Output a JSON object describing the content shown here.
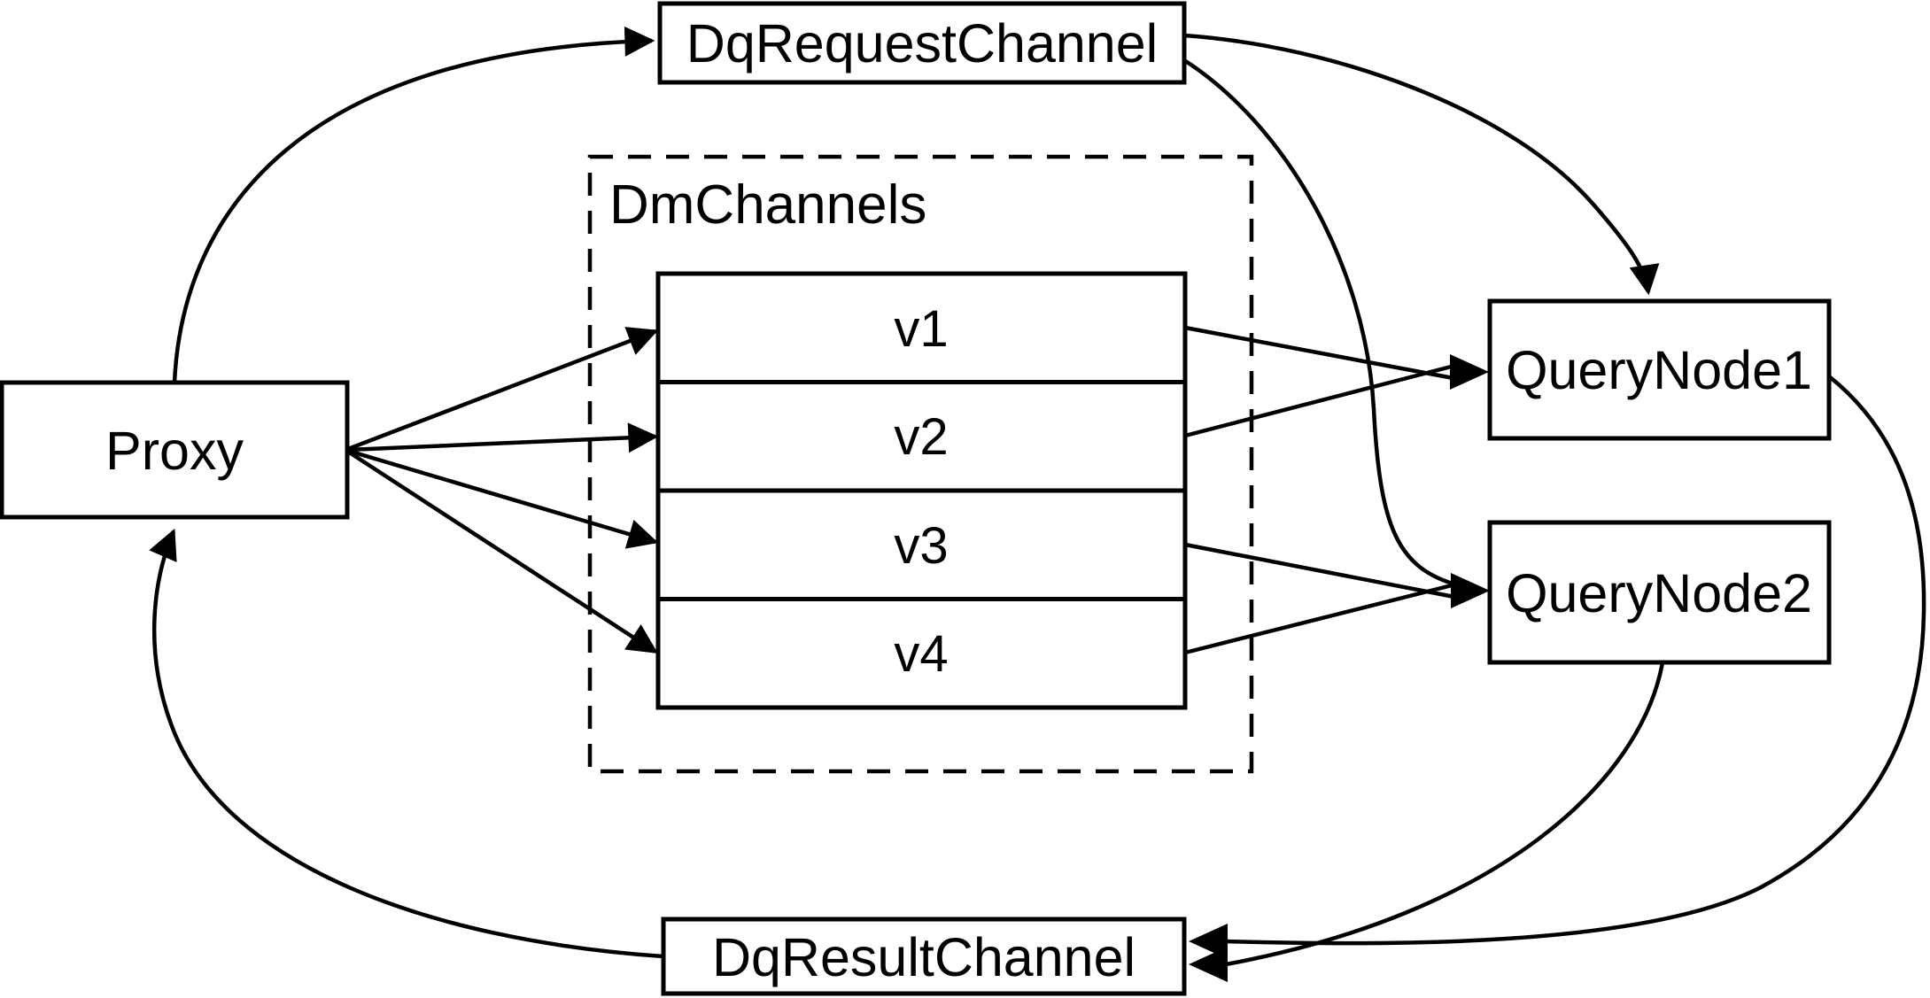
{
  "diagram": {
    "background": "#ffffff",
    "stroke_color": "#000000",
    "nodes": {
      "proxy": {
        "label": "Proxy"
      },
      "dq_request_channel": {
        "label": "DqRequestChannel"
      },
      "dm_channels_group": {
        "label": "DmChannels"
      },
      "channels": [
        {
          "label": "v1"
        },
        {
          "label": "v2"
        },
        {
          "label": "v3"
        },
        {
          "label": "v4"
        }
      ],
      "query_node_1": {
        "label": "QueryNode1"
      },
      "query_node_2": {
        "label": "QueryNode2"
      },
      "dq_result_channel": {
        "label": "DqResultChannel"
      }
    },
    "edges": [
      {
        "from": "proxy",
        "to": "dq_request_channel"
      },
      {
        "from": "proxy",
        "to": "v1"
      },
      {
        "from": "proxy",
        "to": "v2"
      },
      {
        "from": "proxy",
        "to": "v3"
      },
      {
        "from": "proxy",
        "to": "v4"
      },
      {
        "from": "v1",
        "to": "query_node_1"
      },
      {
        "from": "v2",
        "to": "query_node_1"
      },
      {
        "from": "v3",
        "to": "query_node_2"
      },
      {
        "from": "v4",
        "to": "query_node_2"
      },
      {
        "from": "dq_request_channel",
        "to": "query_node_1"
      },
      {
        "from": "dq_request_channel",
        "to": "query_node_2"
      },
      {
        "from": "query_node_1",
        "to": "dq_result_channel"
      },
      {
        "from": "query_node_2",
        "to": "dq_result_channel"
      },
      {
        "from": "dq_result_channel",
        "to": "proxy"
      }
    ]
  }
}
